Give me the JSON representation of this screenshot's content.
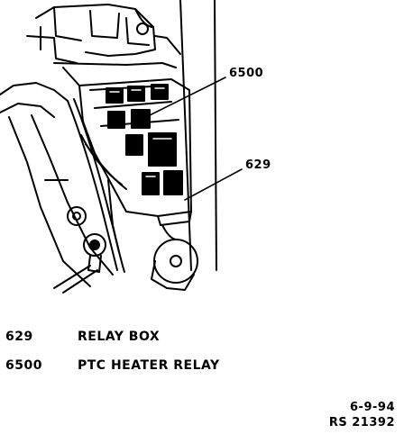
{
  "diagram": {
    "callouts": [
      {
        "id": "6500",
        "label": "6500"
      },
      {
        "id": "629",
        "label": "629"
      }
    ]
  },
  "legend": [
    {
      "code": "629",
      "description": "RELAY BOX"
    },
    {
      "code": "6500",
      "description": "PTC HEATER RELAY"
    }
  ],
  "reference": {
    "date": "6-9-94",
    "number": "RS 21392"
  }
}
